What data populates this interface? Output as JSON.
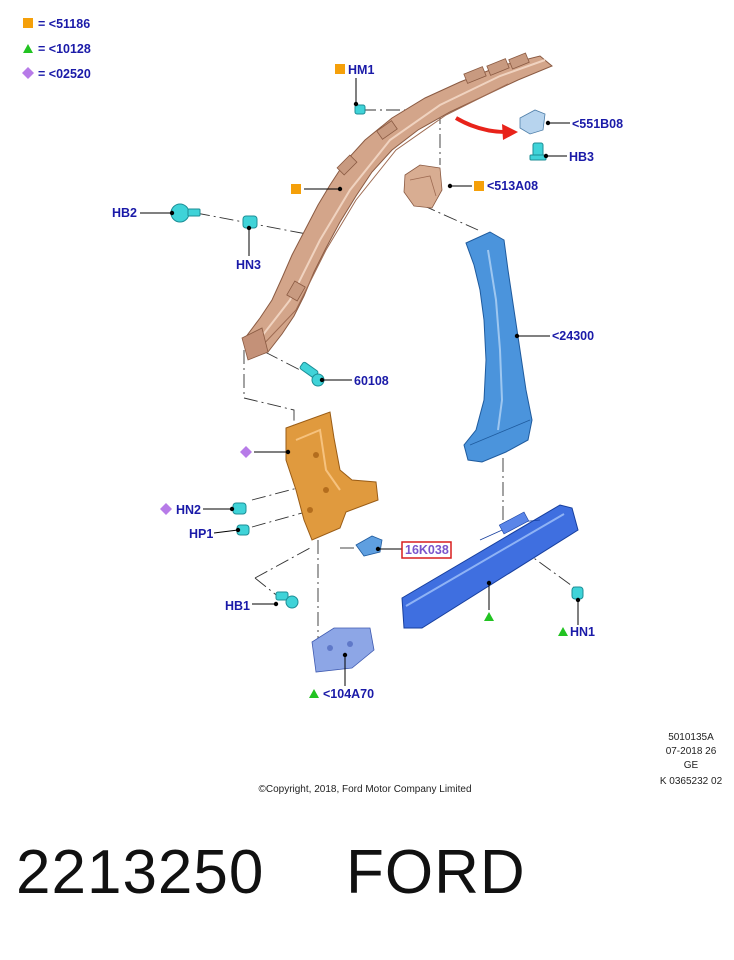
{
  "legend": [
    {
      "symbol": "square",
      "color": "#f5a00a",
      "text": "= <51186"
    },
    {
      "symbol": "triangle",
      "color": "#22c322",
      "text": "= <10128"
    },
    {
      "symbol": "diamond",
      "color": "#b77be8",
      "text": "= <02520"
    }
  ],
  "callouts": {
    "hm1": "HM1",
    "c551b08": "<551B08",
    "hb3": "HB3",
    "c513a08": "<513A08",
    "hb2": "HB2",
    "hn3": "HN3",
    "c24300": "<24300",
    "p60108": "60108",
    "hn2": "HN2",
    "hp1": "HP1",
    "p16k038": "16K038",
    "hb1": "HB1",
    "hn1": "HN1",
    "c104a70": "<104A70"
  },
  "diagram_info": {
    "line1": "5010135A",
    "line2": "07-2018 26",
    "line3": "GE",
    "line4": "K 0365232 02"
  },
  "copyright": "©Copyright, 2018, Ford Motor Company Limited",
  "part_number": "2213250",
  "brand": "FORD",
  "colors": {
    "label_blue": "#1a1aa8",
    "marker_orange": "#f5a00a",
    "marker_green": "#22c322",
    "marker_purple": "#b77be8",
    "highlight_red": "#d81e1e",
    "arrow_red": "#e8231a"
  }
}
